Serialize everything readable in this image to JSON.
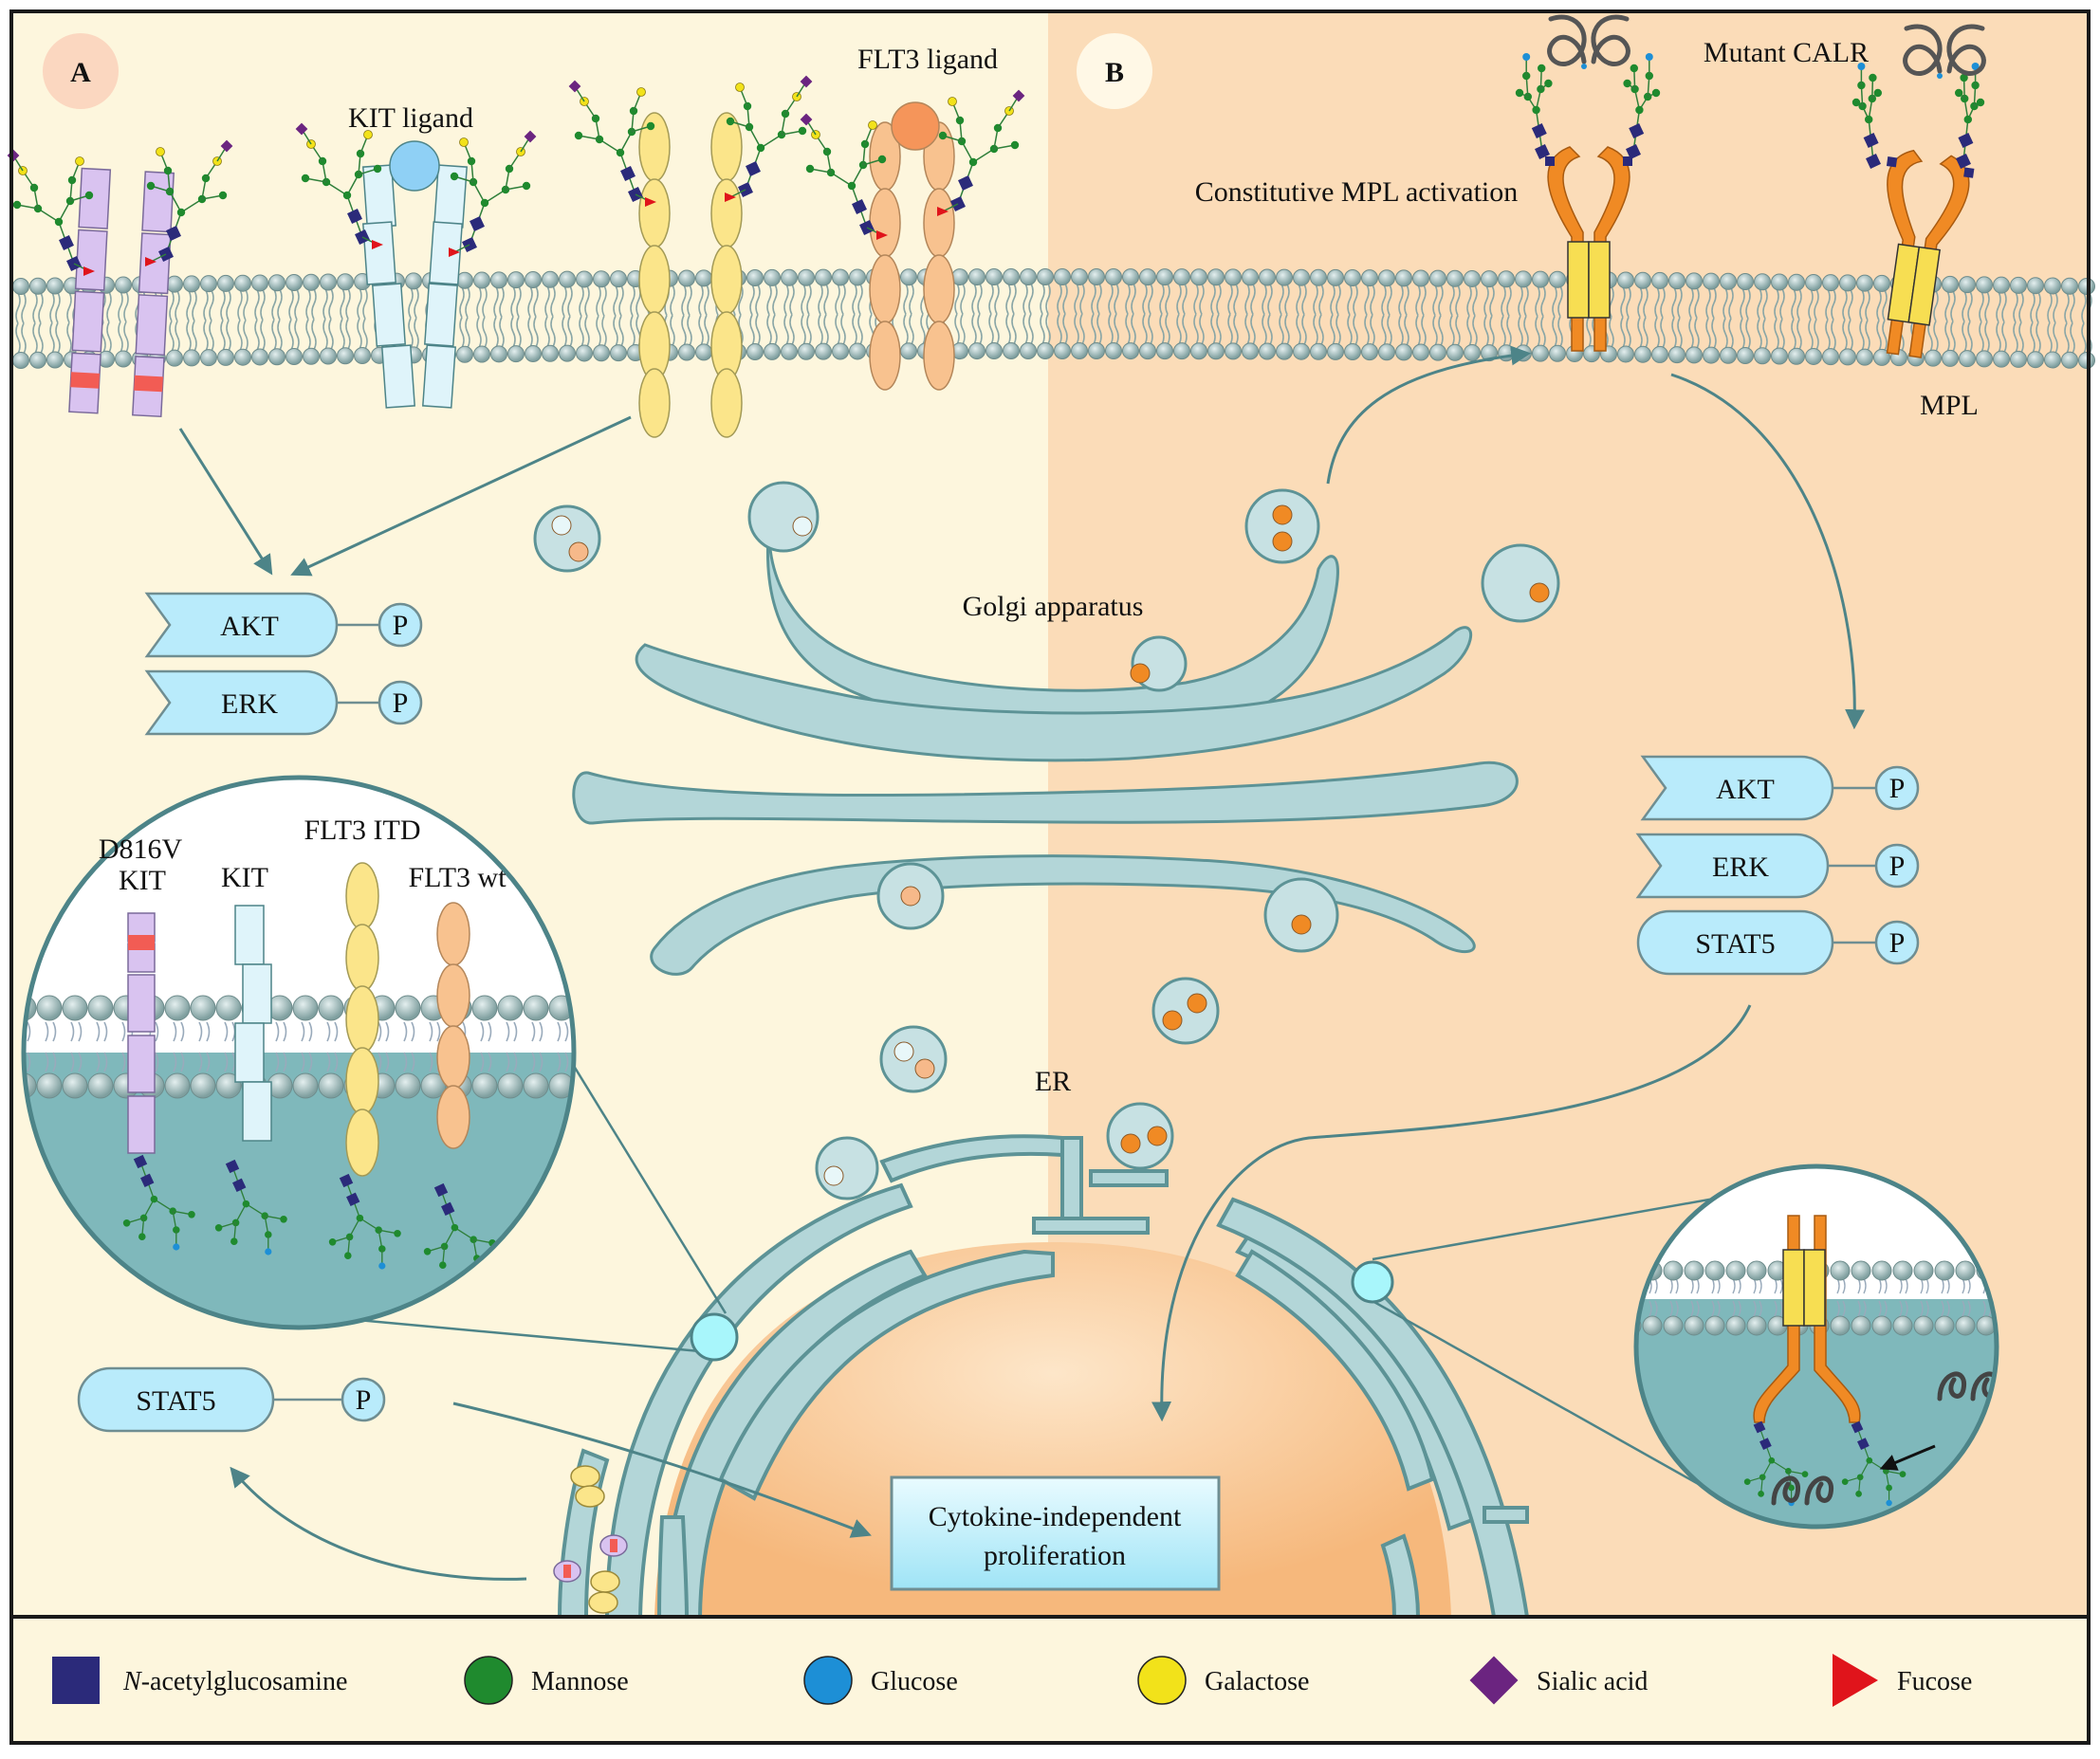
{
  "panels": {
    "a_badge": "A",
    "b_badge": "B"
  },
  "receptor_labels": {
    "kit_ligand": "KIT ligand",
    "flt3_ligand": "FLT3 ligand",
    "mutant_calr": "Mutant CALR",
    "constitutive_mpl": "Constitutive MPL activation",
    "mpl": "MPL"
  },
  "organelles": {
    "golgi": "Golgi apparatus",
    "er": "ER"
  },
  "signaling_a": {
    "akt": "AKT",
    "erk": "ERK",
    "stat5": "STAT5",
    "phospho": "P"
  },
  "signaling_b": {
    "akt": "AKT",
    "erk": "ERK",
    "stat5": "STAT5",
    "phospho": "P"
  },
  "inset_a": {
    "d816v": "D816V",
    "d816v_kit": "KIT",
    "kit": "KIT",
    "flt3_itd": "FLT3 ITD",
    "flt3_wt": "FLT3 wt"
  },
  "outcome": {
    "line1": "Cytokine-independent",
    "line2": "proliferation"
  },
  "legend": {
    "items": [
      {
        "label_prefix": "N",
        "label": "-acetylglucosamine",
        "shape": "square",
        "color": "#2b2a7a"
      },
      {
        "label": "Mannose",
        "shape": "circle",
        "color": "#1f8a2e"
      },
      {
        "label": "Glucose",
        "shape": "circle",
        "color": "#1d8fd6"
      },
      {
        "label": "Galactose",
        "shape": "circle",
        "color": "#f2e21a"
      },
      {
        "label": "Sialic acid",
        "shape": "diamond",
        "color": "#6b2480"
      },
      {
        "label": "Fucose",
        "shape": "triangle",
        "color": "#e0141b"
      }
    ]
  },
  "colors": {
    "panel_a_bg": "#fdf6dd",
    "panel_b_bg": "#fbdcb8",
    "membrane_head": "#9bb9b9",
    "organelle": "#b3d6d8",
    "organelle_stroke": "#5d9396",
    "kit_receptor": "#d9c3f0",
    "kit_mutation": "#f25c54",
    "kit_ligand": "#dff4fa",
    "flt3_itd": "#fbe58a",
    "flt3_wt": "#f8c28f",
    "mpl": "#f08a24",
    "mpl_tm": "#f7de52",
    "cargo": "#f08a24",
    "signal_box": "#b9ebfb",
    "arrow": "#4d8488"
  }
}
